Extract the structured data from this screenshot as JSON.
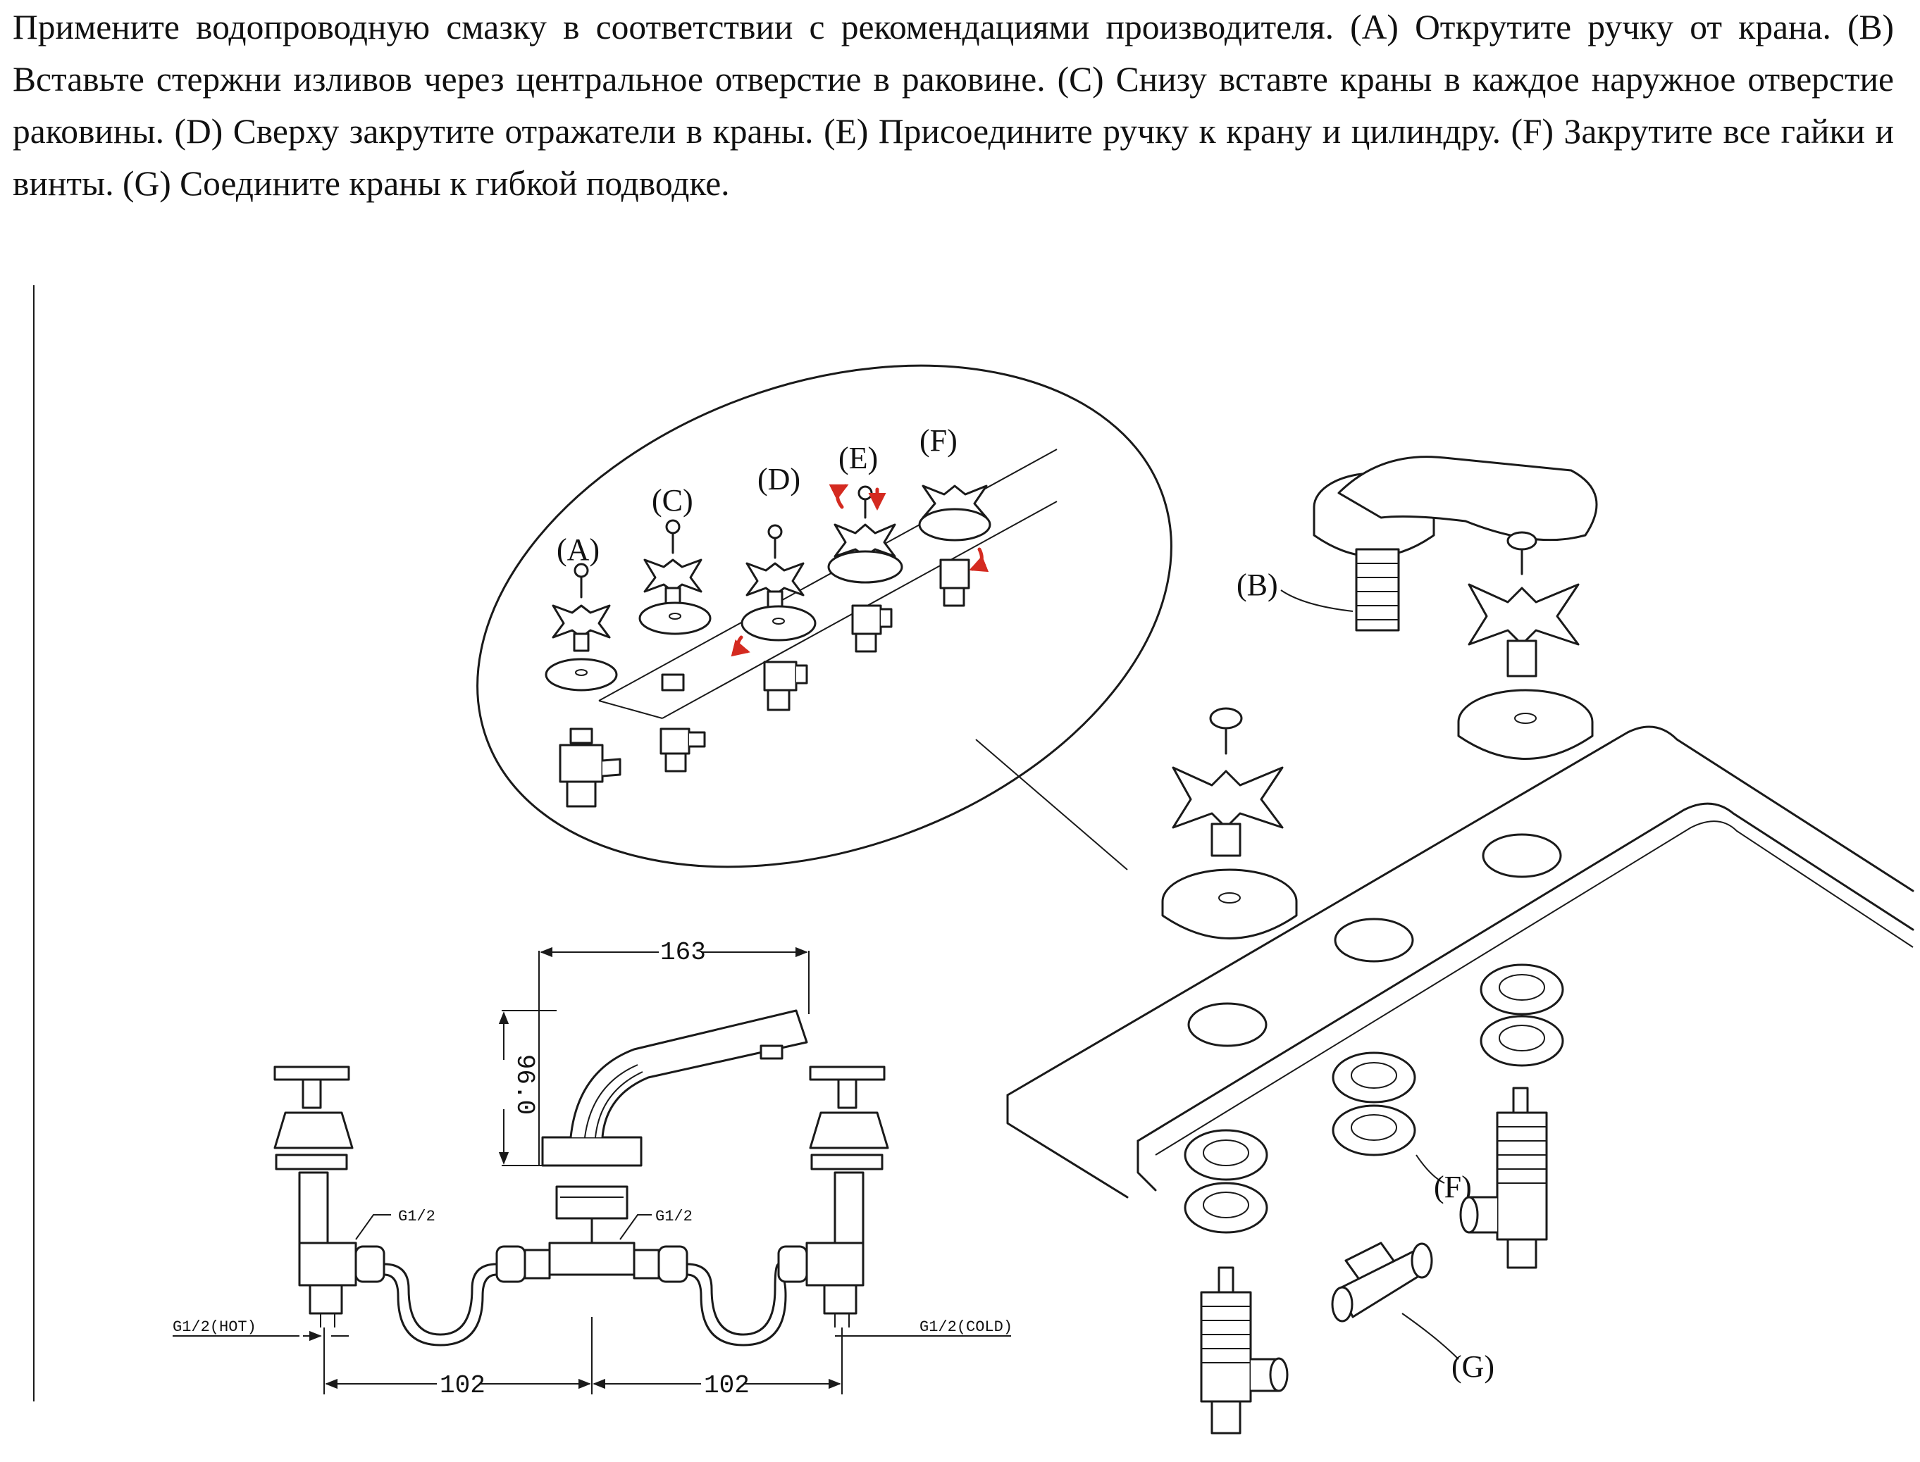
{
  "instructions": "Примените водопроводную смазку в соответствии с рекомендациями производителя. (A) Открутите ручку от крана. (B) Вставьте стержни изливов через центральное отверстие в раковине. (C) Снизу вставте краны в каждое наружное отверстие раковины. (D) Сверху закрутите отражатели в краны. (E) Присоедините ручку к крану и цилиндру. (F) Закрутите все гайки и винты. (G) Соедините краны к гибкой подводке.",
  "steps": {
    "a": "(A)",
    "b": "(B)",
    "c": "(C)",
    "d": "(D)",
    "e": "(E)",
    "f": "(F)",
    "g": "(G)"
  },
  "dimensions": {
    "width": "163",
    "height": "96.0",
    "left_spacing": "102",
    "right_spacing": "102",
    "thread_left": "G1/2",
    "thread_right": "G1/2",
    "hot": "G1/2(HOT)",
    "cold": "G1/2(COLD)"
  },
  "colors": {
    "line": "#1a1a1a",
    "arrow": "#d42a20"
  }
}
